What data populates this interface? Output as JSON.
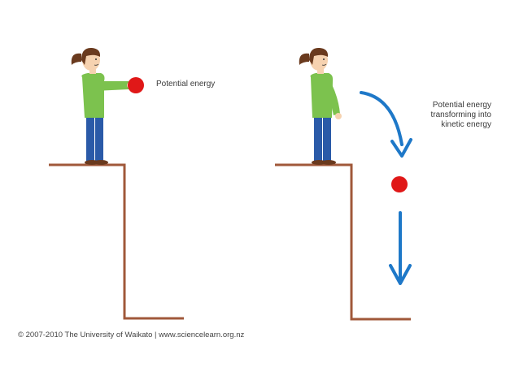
{
  "labels": {
    "left": "Potential energy",
    "right_lines": [
      "Potential energy",
      "transforming into",
      "kinetic energy"
    ]
  },
  "footer": "© 2007-2010 The University of Waikato | www.sciencelearn.org.nz",
  "colors": {
    "cliff": "#a0583a",
    "ball": "#e01818",
    "arrow": "#1e78c8",
    "shirt": "#7cc24e",
    "jeans": "#2a5aa8",
    "hair": "#6a3a1e",
    "skin": "#f6d2b0"
  }
}
